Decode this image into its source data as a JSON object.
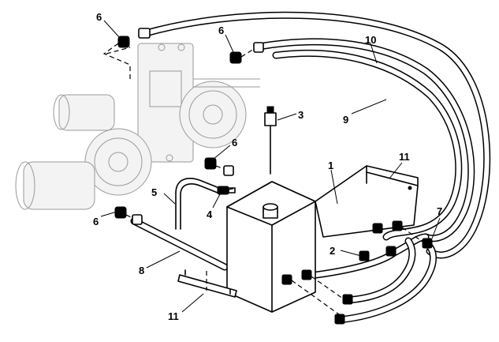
{
  "callouts": {
    "c1": "1",
    "c2": "2",
    "c3": "3",
    "c4": "4",
    "c5": "5",
    "c6a": "6",
    "c6b": "6",
    "c6c": "6",
    "c6d": "6",
    "c7": "7",
    "c8": "8",
    "c9": "9",
    "c10": "10",
    "c11a": "11",
    "c11b": "11"
  }
}
